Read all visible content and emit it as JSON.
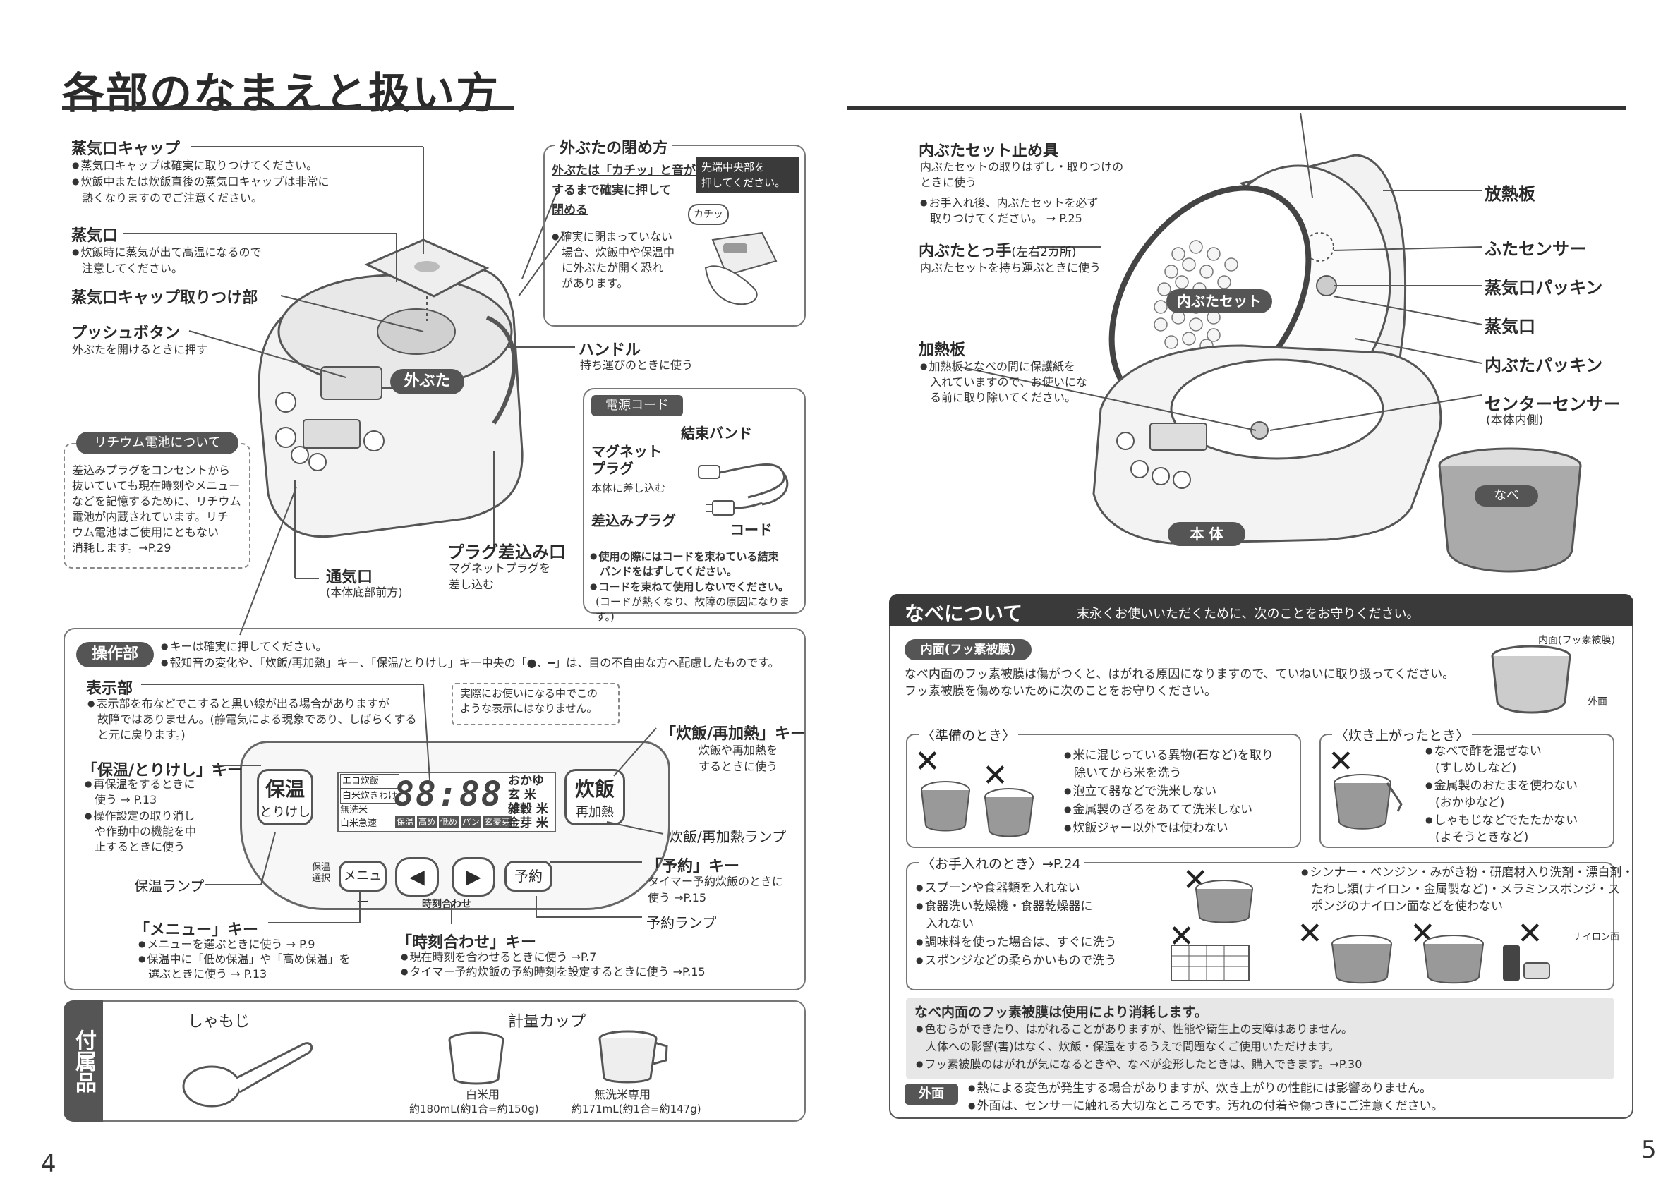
{
  "page": {
    "title": "各部のなまえと扱い方",
    "left_page_number": "4",
    "right_page_number": "5"
  },
  "left": {
    "steam_cap": {
      "label": "蒸気口キャップ",
      "notes": [
        "蒸気口キャップは確実に取りつけてください。",
        "炊飯中または炊飯直後の蒸気口キャップは非常に",
        "熱くなりますのでご注意ください。"
      ]
    },
    "steam_vent": {
      "label": "蒸気口",
      "notes": [
        "炊飯時に蒸気が出て高温になるので",
        "注意してください。"
      ]
    },
    "steam_cap_mount": {
      "label": "蒸気口キャップ取りつけ部"
    },
    "push_button": {
      "label": "プッシュボタン",
      "desc": "外ぶたを開けるときに押す"
    },
    "outer_lid_badge": "外ぶた",
    "lithium": {
      "title": "リチウム電池について",
      "text": [
        "差込みプラグをコンセントから",
        "抜いていても現在時刻やメニュー",
        "などを記憶するために、リチウム",
        "電池が内蔵されています。リチ",
        "ウム電池はご使用にともない",
        "消耗します。→P.29"
      ]
    },
    "vent": {
      "label": "通気口",
      "sub": "(本体底部前方)"
    },
    "outer_lid_close": {
      "label": "外ぶたの閉め方",
      "instr": [
        "外ぶたは「カチッ」と音が",
        "するまで確実に押して",
        "閉める"
      ],
      "tip": [
        "先端中央部を",
        "押してください。"
      ],
      "click": "カチッ",
      "warn": [
        "確実に閉まっていない",
        "場合、炊飯中や保温中",
        "に外ぶたが開く恐れ",
        "があります。"
      ]
    },
    "handle": {
      "label": "ハンドル",
      "desc": "持ち運びのときに使う"
    },
    "plug_inlet": {
      "label": "プラグ差込み口",
      "desc": [
        "マグネットプラグを",
        "差し込む"
      ]
    },
    "cord": {
      "title": "電源コード",
      "band": "結束バンド",
      "magnet": [
        "マグネット",
        "プラグ"
      ],
      "magnet_desc": "本体に差し込む",
      "plug": "差込みプラグ",
      "cord": "コード",
      "notes": [
        "使用の際にはコードを束ねている結束",
        "バンドをはずしてください。",
        "コードを束ねて使用しないでください。",
        "(コードが熱くなり、故障の原因になります。)"
      ]
    },
    "ops": {
      "badge": "操作部",
      "notes": [
        "キーは確実に押してください。",
        "報知音の変化や、「炊飯/再加熱」キー、「保温/とりけし」キー中央の「●、━」は、目の不自由な方へ配慮したものです。"
      ],
      "display": {
        "label": "表示部",
        "notes": [
          "表示部を布などでこすると黒い線が出る場合がありますが",
          "故障ではありません。(静電気による現象であり、しばらくする",
          "と元に戻ります。)"
        ]
      },
      "display_note": [
        "実際にお使いになる中でこの",
        "ような表示にはなりません。"
      ],
      "keep_warm_key": {
        "label": "「保温/とりけし」キー",
        "notes": [
          "再保温をするときに",
          "使う → P.13",
          "操作設定の取り消し",
          "や作動中の機能を中",
          "止するときに使う"
        ]
      },
      "keep_warm_lamp": "保温ランプ",
      "menu_key": {
        "label": "「メニュー」キー",
        "notes": [
          "メニューを選ぶときに使う → P.9",
          "保温中に「低め保温」や「高め保温」を",
          "選ぶときに使う → P.13"
        ]
      },
      "cook_key": {
        "label": "「炊飯/再加熱」キー",
        "notes": [
          "炊飯や再加熱を",
          "するときに使う"
        ]
      },
      "cook_lamp": "炊飯/再加熱ランプ",
      "timer_key": {
        "label": "「予約」キー",
        "notes": [
          "タイマー予約炊飯のときに",
          "使う →P.15"
        ]
      },
      "timer_lamp": "予約ランプ",
      "clock_key": {
        "label": "「時刻合わせ」キー",
        "notes": [
          "現在時刻を合わせるときに使う →P.7",
          "タイマー予約炊飯の予約時刻を設定するときに使う →P.15"
        ]
      },
      "panel": {
        "warm_btn": [
          "保温",
          "とりけし"
        ],
        "cook_btn": [
          "炊飯",
          "再加熱"
        ],
        "menu_btn": "メニュー",
        "timer_btn": "予約",
        "menu_side": [
          "保温",
          "選択"
        ],
        "clock_label": "時刻合わせ",
        "menus_left": [
          "エコ炊飯",
          "白米炊きわけ",
          "無洗米",
          "白米急速"
        ],
        "menus_right": [
          [
            "おかゆ",
            ""
          ],
          [
            "玄",
            "米"
          ],
          [
            "雑穀",
            "米"
          ],
          [
            "金芽",
            "米"
          ]
        ],
        "digits": "88:88",
        "bottom_tags": [
          "保温",
          "高め",
          "低め",
          "パン",
          "玄麦芽"
        ]
      }
    },
    "accessories": {
      "label": "付属品",
      "paddle": "しゃもじ",
      "cup": "計量カップ",
      "white": "白米用",
      "white_cap": "約180mL(約1合=約150g)",
      "musen": "無洗米専用",
      "musen_cap": "約171mL(約1合=約147g)"
    }
  },
  "right": {
    "inner_lid_stopper": {
      "label": "内ぶたセット止め具",
      "desc": [
        "内ぶたセットの取りはずし・取りつけの",
        "ときに使う"
      ],
      "note": [
        "お手入れ後、内ぶたセットを必ず",
        "取りつけてください。 → P.25"
      ]
    },
    "inner_lid_grip": {
      "label": "内ぶたとっ手",
      "sub": "(左右2カ所)",
      "desc": "内ぶたセットを持ち運ぶときに使う"
    },
    "inner_lid_badge": "内ぶたセット",
    "heat_plate": {
      "label": "加熱板",
      "notes": [
        "加熱板となべの間に保護紙を",
        "入れていますので、お使いにな",
        "る前に取り除いてください。"
      ]
    },
    "body_badge": "本 体",
    "pot_badge": "なべ",
    "parts": [
      "放熱板",
      "ふたセンサー",
      "蒸気口パッキン",
      "蒸気口",
      "内ぶたパッキン",
      "センターセンサー"
    ],
    "center_sensor_sub": "(本体内側)",
    "pot": {
      "title": "なべについて",
      "subtitle": "末永くお使いいただくために、次のことをお守りください。",
      "inner_badge": "内面(フッ素被膜)",
      "inner_text": [
        "なべ内面のフッ素被膜は傷がつくと、はがれる原因になりますので、ていねいに取り扱ってください。",
        "フッ素被膜を傷めないために次のことをお守りください。"
      ],
      "inner_label": "内面(フッ素被膜)",
      "outer_label": "外面",
      "prep": {
        "title": "〈準備のとき〉",
        "items": [
          "米に混じっている異物(石など)を取り",
          "除いてから米を洗う",
          "泡立て器などで洗米しない",
          "金属製のざるをあてて洗米しない",
          "炊飯ジャー以外では使わない"
        ]
      },
      "done": {
        "title": "〈炊き上がったとき〉",
        "items": [
          "なべで酢を混ぜない",
          "(すしめしなど)",
          "金属製のおたまを使わない",
          "(おかゆなど)",
          "しゃもじなどでたたかない",
          "(よそうときなど)"
        ]
      },
      "care": {
        "title": "〈お手入れのとき〉→P.24",
        "items": [
          "スプーンや食器類を入れない",
          "食器洗い乾燥機・食器乾燥器に",
          "入れない",
          "調味料を使った場合は、すぐに洗う",
          "スポンジなどの柔らかいもので洗う"
        ],
        "items2": [
          "シンナー・ベンジン・みがき粉・研磨材入り洗剤・漂白剤・",
          "たわし類(ナイロン・金属製など)・メラミンスポンジ・ス",
          "ポンジのナイロン面などを使わない"
        ],
        "nylon": "ナイロン面"
      },
      "wear": {
        "title": "なべ内面のフッ素被膜は使用により消耗します。",
        "lines": [
          "色むらができたり、はがれることがありますが、性能や衛生上の支障はありません。",
          "人体への影響(害)はなく、炊飯・保温をするうえで問題なくご使用いただけます。",
          "フッ素被膜のはがれが気になるときや、なべが変形したときは、購入できます。→P.30"
        ]
      },
      "outer_badge": "外面",
      "outer_lines": [
        "熱による変色が発生する場合がありますが、炊き上がりの性能には影響ありません。",
        "外面は、センサーに触れる大切なところです。汚れの付着や傷つきにご注意ください。"
      ]
    }
  }
}
